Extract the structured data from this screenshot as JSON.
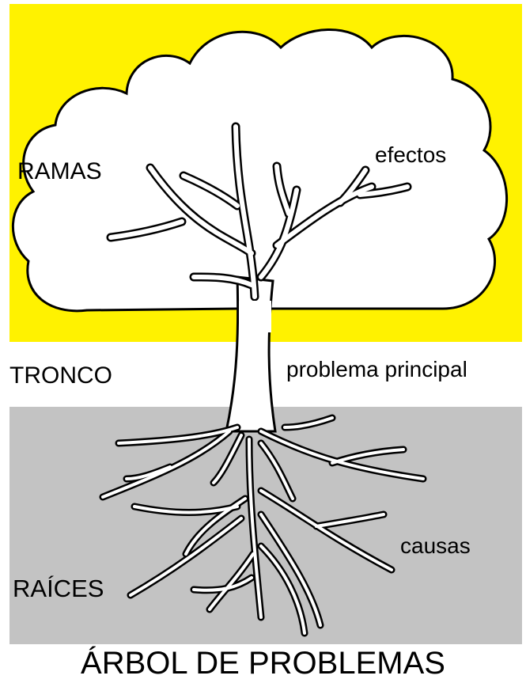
{
  "labels": {
    "branches": "RAMAS",
    "effects": "efectos",
    "trunk": "TRONCO",
    "main_problem": "problema principal",
    "causes": "causas",
    "roots": "RAÍCES",
    "title": "ÁRBOL DE PROBLEMAS"
  },
  "colors": {
    "top_band": "#fff200",
    "bottom_band": "#c3c3c3",
    "tree_fill": "#ffffff",
    "outline": "#000000"
  }
}
